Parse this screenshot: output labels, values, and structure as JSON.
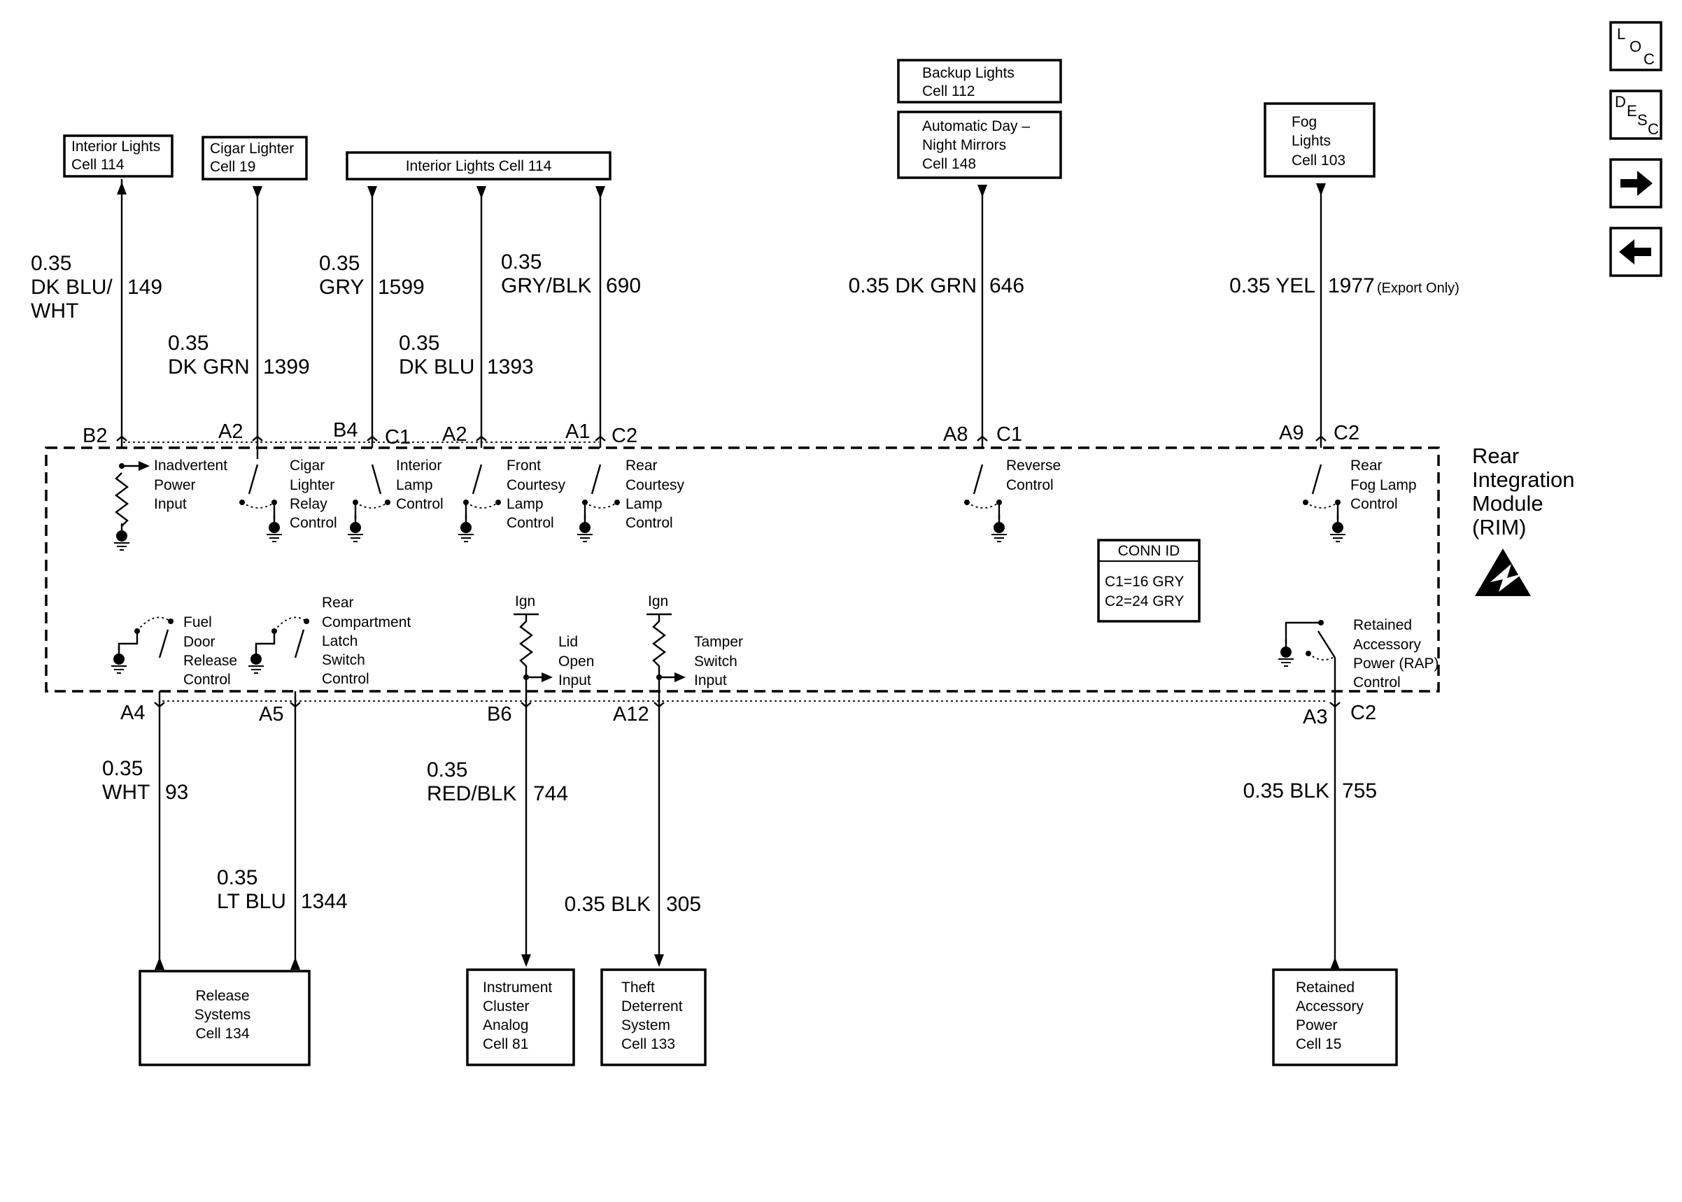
{
  "module": {
    "name_lines": [
      "Rear",
      "Integration",
      "Module",
      "(RIM)"
    ],
    "conn_id": {
      "title": "CONN ID",
      "lines": [
        "C1=16 GRY",
        "C2=24 GRY"
      ]
    }
  },
  "nav_buttons": [
    {
      "name": "loc-button",
      "glyph": "LOC"
    },
    {
      "name": "desc-button",
      "glyph": "DESC"
    },
    {
      "name": "next-button",
      "glyph": "arrow-right-icon"
    },
    {
      "name": "back-button",
      "glyph": "arrow-left-icon"
    }
  ],
  "top_boxes": [
    {
      "id": "interior-lights-1",
      "lines": [
        "Interior Lights",
        "Cell 114"
      ]
    },
    {
      "id": "cigar-lighter",
      "lines": [
        "Cigar Lighter",
        "Cell 19"
      ]
    },
    {
      "id": "interior-lights-2",
      "lines": [
        "Interior Lights Cell 114"
      ]
    },
    {
      "id": "backup-lights",
      "lines": [
        "Backup Lights",
        "Cell 112"
      ]
    },
    {
      "id": "auto-mirrors",
      "lines": [
        "Automatic Day –",
        "Night Mirrors",
        "Cell 148"
      ]
    },
    {
      "id": "fog-lights",
      "lines": [
        "Fog",
        "Lights",
        "Cell 103"
      ]
    }
  ],
  "bottom_boxes": [
    {
      "id": "release-systems",
      "lines": [
        "Release",
        "Systems",
        "Cell 134"
      ]
    },
    {
      "id": "instrument-cluster",
      "lines": [
        "Instrument",
        "Cluster",
        "Analog",
        "Cell 81"
      ]
    },
    {
      "id": "theft-deterrent",
      "lines": [
        "Theft",
        "Deterrent",
        "System",
        "Cell 133"
      ]
    },
    {
      "id": "retained-power",
      "lines": [
        "Retained",
        "Accessory",
        "Power",
        "Cell 15"
      ]
    }
  ],
  "top_circuits": [
    {
      "id": "c149",
      "pin": "B2",
      "connector": "",
      "wire": [
        "0.35",
        "DK BLU/",
        "WHT"
      ],
      "circuit": "149",
      "note": "",
      "function": [
        "Inadvertent",
        "Power",
        "Input"
      ]
    },
    {
      "id": "c1399",
      "pin": "A2",
      "connector": "",
      "wire": [
        "0.35",
        "DK GRN"
      ],
      "circuit": "1399",
      "note": "",
      "function": [
        "Cigar",
        "Lighter",
        "Relay",
        "Control"
      ]
    },
    {
      "id": "c1599",
      "pin": "B4",
      "connector": "C1",
      "wire": [
        "0.35",
        "GRY"
      ],
      "circuit": "1599",
      "note": "",
      "function": [
        "Interior",
        "Lamp",
        "Control"
      ]
    },
    {
      "id": "c1393",
      "pin": "A2",
      "connector": "",
      "wire": [
        "0.35",
        "DK BLU"
      ],
      "circuit": "1393",
      "note": "",
      "function": [
        "Front",
        "Courtesy",
        "Lamp",
        "Control"
      ]
    },
    {
      "id": "c690",
      "pin": "A1",
      "connector": "C2",
      "wire": [
        "0.35",
        "GRY/BLK"
      ],
      "circuit": "690",
      "note": "",
      "function": [
        "Rear",
        "Courtesy",
        "Lamp",
        "Control"
      ]
    },
    {
      "id": "c646",
      "pin": "A8",
      "connector": "C1",
      "wire": [
        "0.35 DK GRN"
      ],
      "circuit": "646",
      "note": "",
      "function": [
        "Reverse",
        "Control"
      ]
    },
    {
      "id": "c1977",
      "pin": "A9",
      "connector": "C2",
      "wire": [
        "0.35 YEL"
      ],
      "circuit": "1977",
      "note": "(Export Only)",
      "function": [
        "Rear",
        "Fog Lamp",
        "Control"
      ]
    }
  ],
  "bottom_circuits": [
    {
      "id": "c93",
      "pin": "A4",
      "connector": "",
      "wire": [
        "0.35",
        "WHT"
      ],
      "circuit": "93",
      "function": [
        "Fuel",
        "Door",
        "Release",
        "Control"
      ]
    },
    {
      "id": "c1344",
      "pin": "A5",
      "connector": "",
      "wire": [
        "0.35",
        "LT BLU"
      ],
      "circuit": "1344",
      "function": [
        "Rear",
        "Compartment",
        "Latch",
        "Switch",
        "Control"
      ]
    },
    {
      "id": "c744",
      "pin": "B6",
      "connector": "",
      "wire": [
        "0.35",
        "RED/BLK"
      ],
      "circuit": "744",
      "function": [
        "Lid",
        "Open",
        "Input"
      ],
      "supply": "Ign"
    },
    {
      "id": "c305",
      "pin": "A12",
      "connector": "",
      "wire": [
        "0.35 BLK"
      ],
      "circuit": "305",
      "function": [
        "Tamper",
        "Switch",
        "Input"
      ],
      "supply": "Ign"
    },
    {
      "id": "c755",
      "pin": "A3",
      "connector": "C2",
      "wire": [
        "0.35 BLK"
      ],
      "circuit": "755",
      "function": [
        "Retained",
        "Accessory",
        "Power (RAP)",
        "Control"
      ]
    }
  ]
}
